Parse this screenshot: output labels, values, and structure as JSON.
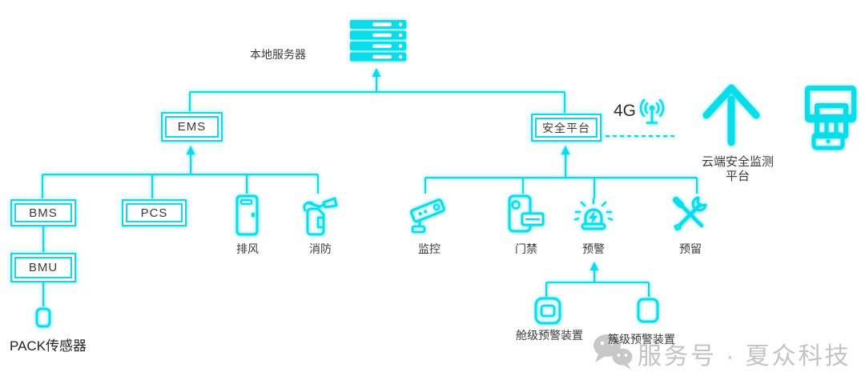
{
  "nodes": {
    "local_server": "本地服务器",
    "ems": "EMS",
    "security_platform": "安全平台",
    "bms": "BMS",
    "pcs": "PCS",
    "bmu": "BMU",
    "pack_sensor": "PACK传感器",
    "exhaust_fan": "排风",
    "fire_protection": "消防",
    "surveillance": "监控",
    "access_control": "门禁",
    "early_warning": "预警",
    "reserved": "预留",
    "cabin_warning_device": "舱级预警装置",
    "cluster_warning_device": "簇级预警装置"
  },
  "network": {
    "label_4g": "4G"
  },
  "cloud_platform": {
    "line1": "云端安全监测",
    "line2": "平台"
  },
  "watermark": {
    "text": "服务号 · 夏众科技"
  },
  "colors": {
    "accent": "#0adde9",
    "label_text": "#3a3a3a",
    "watermark_gray": "#c3c3c3"
  },
  "icons": {
    "local_server": "server-rack-icon",
    "exhaust_fan": "ventilation-unit-icon",
    "fire_protection": "fire-extinguisher-icon",
    "surveillance": "cctv-camera-icon",
    "access_control": "card-reader-icon",
    "early_warning": "siren-icon",
    "reserved": "crossed-tools-icon",
    "pack_sensor": "sensor-module-icon",
    "cabin_warning_device": "panel-device-icon",
    "cluster_warning_device": "box-device-icon",
    "network_4g": "antenna-signal-icon",
    "cloud_link": "big-up-arrow-icon",
    "cloud_terminal": "terminal-device-icon",
    "watermark": "wechat-icon"
  }
}
